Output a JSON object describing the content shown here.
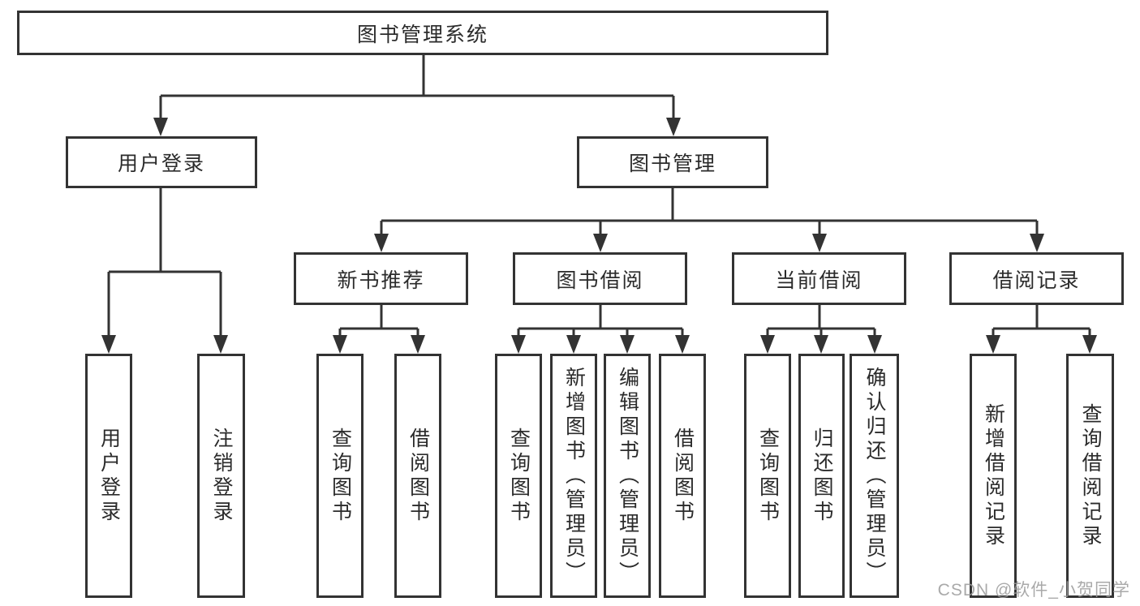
{
  "tree": {
    "root": {
      "label": "图书管理系统"
    },
    "children": [
      {
        "label": "用户登录",
        "children": [
          {
            "label": "用户登录"
          },
          {
            "label": "注销登录"
          }
        ]
      },
      {
        "label": "图书管理",
        "children": [
          {
            "label": "新书推荐",
            "children": [
              {
                "label": "查询图书"
              },
              {
                "label": "借阅图书"
              }
            ]
          },
          {
            "label": "图书借阅",
            "children": [
              {
                "label": "查询图书"
              },
              {
                "label": "新增图书（管理员）"
              },
              {
                "label": "编辑图书（管理员）"
              },
              {
                "label": "借阅图书"
              }
            ]
          },
          {
            "label": "当前借阅",
            "children": [
              {
                "label": "查询图书"
              },
              {
                "label": "归还图书"
              },
              {
                "label": "确认归还（管理员）"
              }
            ]
          },
          {
            "label": "借阅记录",
            "children": [
              {
                "label": "新增借阅记录"
              },
              {
                "label": "查询借阅记录"
              }
            ]
          }
        ]
      }
    ]
  },
  "watermark": {
    "text": "CSDN @软件_小贺同学"
  },
  "colors": {
    "line": "#333333",
    "text": "#2b2b2b",
    "background": "#ffffff",
    "watermark": "#9b9b9b"
  }
}
